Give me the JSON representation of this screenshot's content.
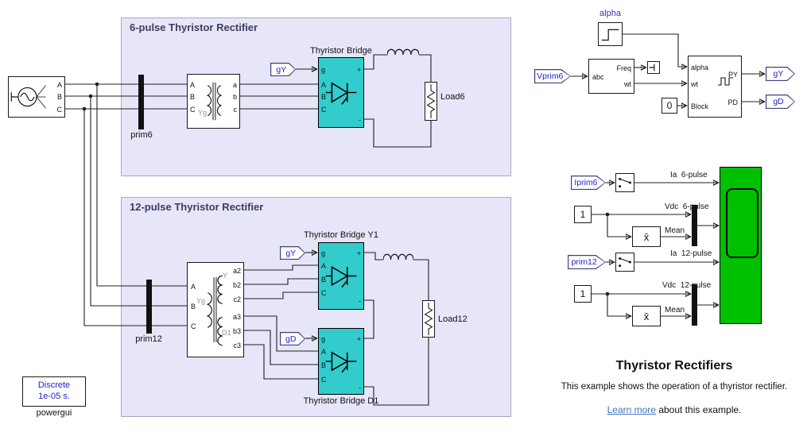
{
  "palette": {
    "canvas_bg": "#FFFFFF",
    "area_bg": "#E6E6F8",
    "area_border": "#A6A6C9",
    "area_title": "#3C3C5E",
    "bridge_fill": "#33CCCC",
    "scope_fill": "#00C000",
    "tag_text": "#2222CC",
    "wire": "#202020",
    "winding_label": "#909090",
    "blue_text": "#2222CC",
    "link": "#4472C4"
  },
  "areas": {
    "six": {
      "title": "6-pulse Thyristor Rectifier"
    },
    "twelve": {
      "title": "12-pulse Thyristor Rectifier"
    }
  },
  "source": {
    "port_a": "A",
    "port_b": "B",
    "port_c": "C"
  },
  "prim6": {
    "name": "prim6"
  },
  "prim12": {
    "name": "prim12"
  },
  "tx6": {
    "in_a": "A",
    "in_b": "B",
    "in_c": "C",
    "out_a": "a",
    "out_b": "b",
    "out_c": "c",
    "winding_left": "Yg"
  },
  "tx12": {
    "in_a": "A",
    "in_b": "B",
    "in_c": "C",
    "out_a2": "a2",
    "out_b2": "b2",
    "out_c2": "c2",
    "out_a3": "a3",
    "out_b3": "b3",
    "out_c3": "c3",
    "winding_top": "Y",
    "winding_left": "Yg",
    "winding_bottom": "D1"
  },
  "bridge_ports": {
    "g": "g",
    "a": "A",
    "b": "B",
    "c": "C",
    "plus": "+",
    "minus": "-"
  },
  "bridge6": {
    "name": "Thyristor Bridge"
  },
  "bridgeY1": {
    "name": "Thyristor Bridge Y1"
  },
  "bridgeD1": {
    "name": "Thyristor Bridge D1"
  },
  "load6": {
    "name": "Load6"
  },
  "load12": {
    "name": "Load12"
  },
  "powergui": {
    "line1": "Discrete",
    "line2": "1e-05 s.",
    "name": "powergui"
  },
  "tags": {
    "gy": "gY",
    "gd": "gD",
    "vprim6": "Vprim6",
    "iprim6": "Iprim6",
    "prim12": "prim12"
  },
  "control": {
    "step_name": "alpha",
    "pll": {
      "in_abc": "abc",
      "out_freq": "Freq",
      "out_wt": "wt"
    },
    "pulse_gen": {
      "in_alpha": "alpha",
      "in_wt": "wt",
      "in_block": "Block",
      "out_py": "PY",
      "out_pd": "PD"
    },
    "const_zero": "0"
  },
  "meters": {
    "const_one": "1",
    "mean_glyph": "x̄",
    "labels": {
      "ia6": "Ia  6-pulse",
      "vdc6": "Vdc  6-pulse",
      "mean6": "Mean",
      "ia12": "Ia  12-pulse",
      "vdc12": "Vdc  12-pulse",
      "mean12": "Mean"
    }
  },
  "annotation": {
    "title": "Thyristor Rectifiers",
    "body": "This example shows the operation of a thyristor rectifier.",
    "link_text": "Learn more",
    "link_suffix": " about this example."
  }
}
